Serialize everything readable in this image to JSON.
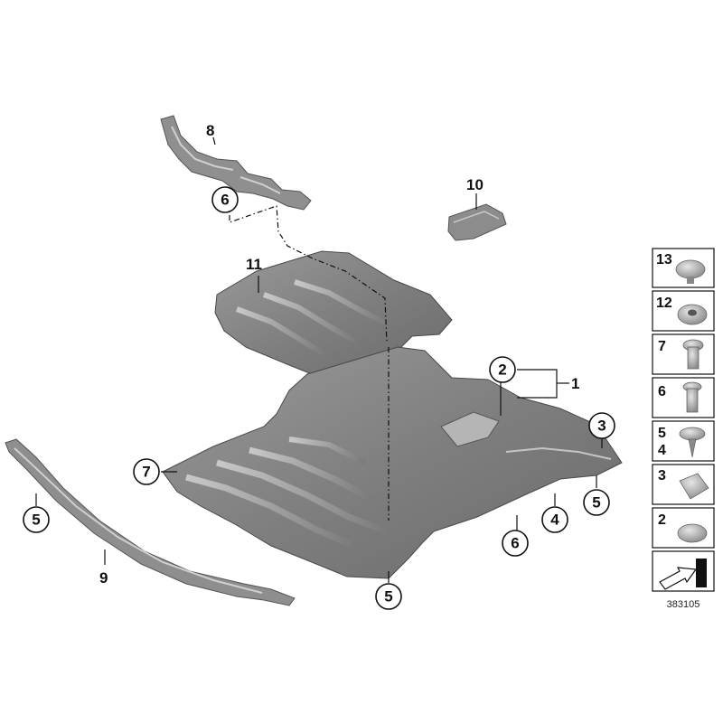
{
  "callouts": {
    "c1": "1",
    "c2": "2",
    "c3": "3",
    "c4": "4",
    "c5a": "5",
    "c5b": "5",
    "c5c": "5",
    "c6a": "6",
    "c6b": "6",
    "c7": "7",
    "c8": "8",
    "c9": "9",
    "c10": "10",
    "c11": "11"
  },
  "legend": {
    "row13": "13",
    "row12": "12",
    "row7": "7",
    "row6": "6",
    "row54a": "5",
    "row54b": "4",
    "row3": "3",
    "row2": "2"
  },
  "diagram_code": "383105"
}
